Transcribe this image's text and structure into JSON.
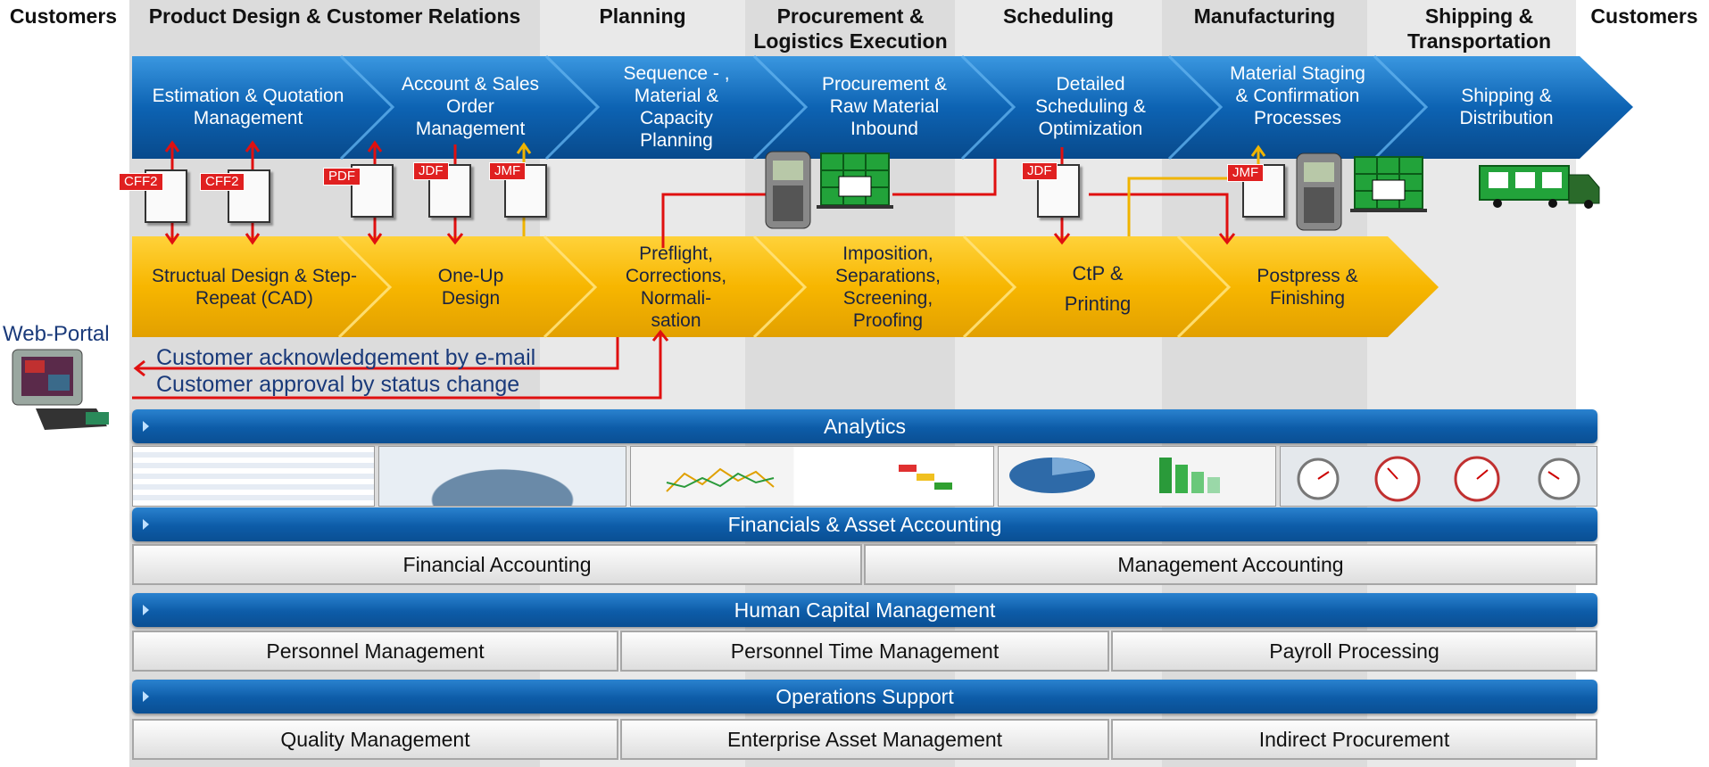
{
  "columns": {
    "customers_left": "Customers",
    "product_design": "Product Design & Customer Relations",
    "planning": "Planning",
    "procurement": "Procurement & Logistics Execution",
    "scheduling": "Scheduling",
    "manufacturing": "Manufacturing",
    "shipping": "Shipping & Transportation",
    "customers_right": "Customers"
  },
  "blue_process": [
    "Estimation & Quotation Management",
    "Account & Sales Order Management",
    "Sequence - , Material & Capacity Planning",
    "Procurement & Raw Material Inbound",
    "Detailed Scheduling & Optimization",
    "Material Staging & Confirmation Processes",
    "Shipping & Distribution"
  ],
  "yellow_process": [
    "Structual Design & Step-Repeat (CAD)",
    "One-Up Design",
    "Preflight, Corrections, Normali-sation",
    "Imposition, Separations, Screening, Proofing",
    "CtP & Printing",
    "Postpress & Finishing"
  ],
  "tags": {
    "cff2_a": "CFF2",
    "cff2_b": "CFF2",
    "pdf": "PDF",
    "jdf_a": "JDF",
    "jmf_a": "JMF",
    "jdf_b": "JDF",
    "jmf_b": "JMF"
  },
  "web_portal": "Web-Portal",
  "notes": {
    "ack": "Customer acknowledgement by e-mail",
    "approval": "Customer approval by status change"
  },
  "bars": {
    "analytics": "Analytics",
    "financials": "Financials & Asset Accounting",
    "hcm": "Human Capital Management",
    "ops": "Operations Support"
  },
  "financials_cells": [
    "Financial Accounting",
    "Management Accounting"
  ],
  "hcm_cells": [
    "Personnel Management",
    "Personnel Time Management",
    "Payroll Processing"
  ],
  "ops_cells": [
    "Quality Management",
    "Enterprise Asset Management",
    "Indirect Procurement"
  ],
  "colors": {
    "blue": "#0d5ca8",
    "yellow": "#f5b800",
    "arrow_red": "#e01010",
    "arrow_yellow": "#f0b400",
    "column_gray": "#dcdcdc"
  }
}
